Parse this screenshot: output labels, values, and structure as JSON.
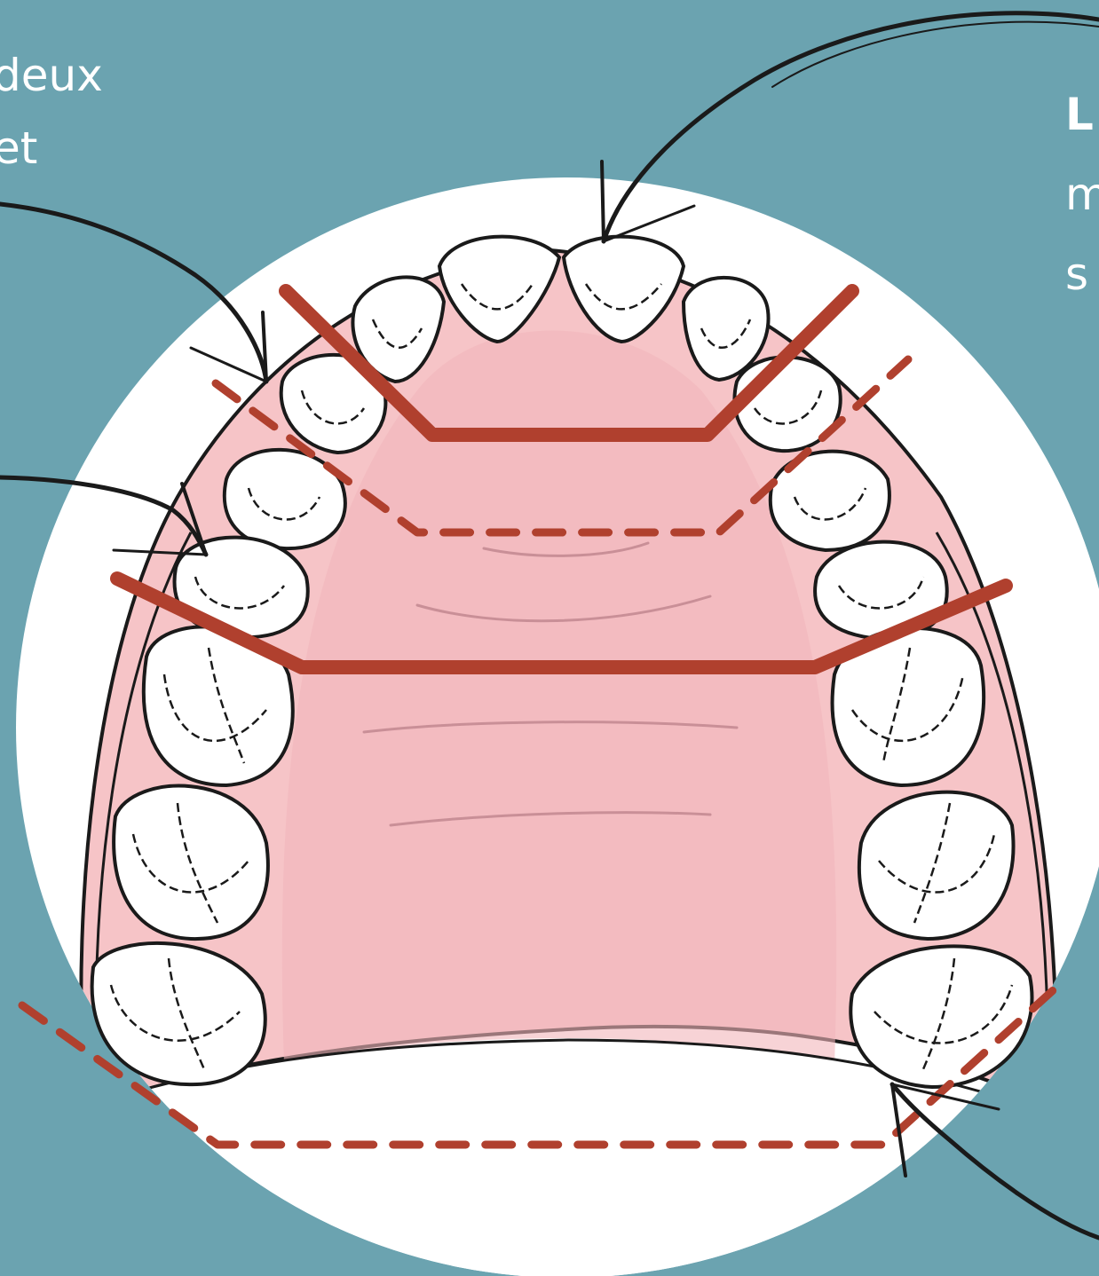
{
  "colors": {
    "background": "#6ba3b0",
    "circle": "#ffffff",
    "palate": "#f7c5c8",
    "palate_dark": "#eeadb2",
    "tooth": "#ffffff",
    "outline": "#1a1a1a",
    "marker": "#b0402e"
  },
  "labels": {
    "left": {
      "line1": "deux",
      "line2": "et"
    },
    "right": {
      "line1": "L",
      "line2": "m",
      "line3": "s"
    }
  },
  "icons": {
    "arrows": "hand-drawn-arrow-icon",
    "teeth": "tooth-icon"
  }
}
